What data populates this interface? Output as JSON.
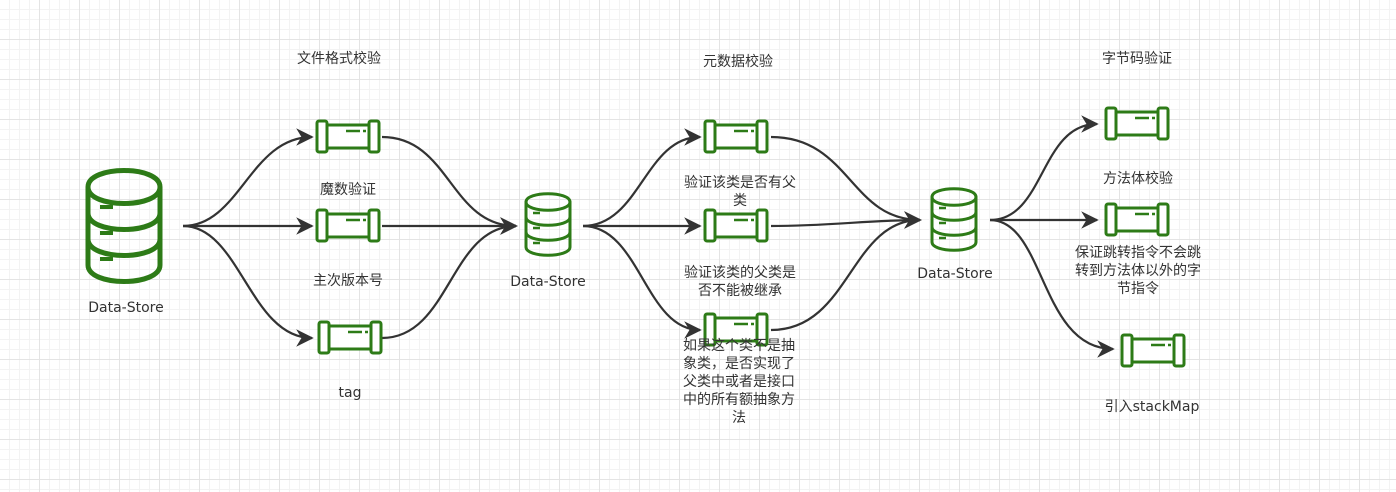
{
  "colors": {
    "icon_stroke": "#2d7b17",
    "edge": "#333333",
    "text": "#333333",
    "grid": "#e4e4e4"
  },
  "icons": {
    "database": "database-icon",
    "queue": "queue-icon"
  },
  "nodes": {
    "store1_label": "Data-Store",
    "store2_label": "Data-Store",
    "store3_label": "Data-Store"
  },
  "sections": {
    "file_format_title": "文件格式校验",
    "metadata_title": "元数据校验",
    "bytecode_title": "字节码验证"
  },
  "labels": {
    "magic_number": "魔数验证",
    "major_minor_version": "主次版本号",
    "tag": "tag",
    "has_parent": "验证该类是否有父类",
    "parent_not_final": "验证该类的父类是否不能被继承",
    "abstract_impl": "如果这个类不是抽象类，是否实现了父类中或者是接口中的所有额抽象方法",
    "method_body_check": "方法体校验",
    "jump_check": "保证跳转指令不会跳转到方法体以外的字节指令",
    "stackmap": "引入stackMap"
  }
}
